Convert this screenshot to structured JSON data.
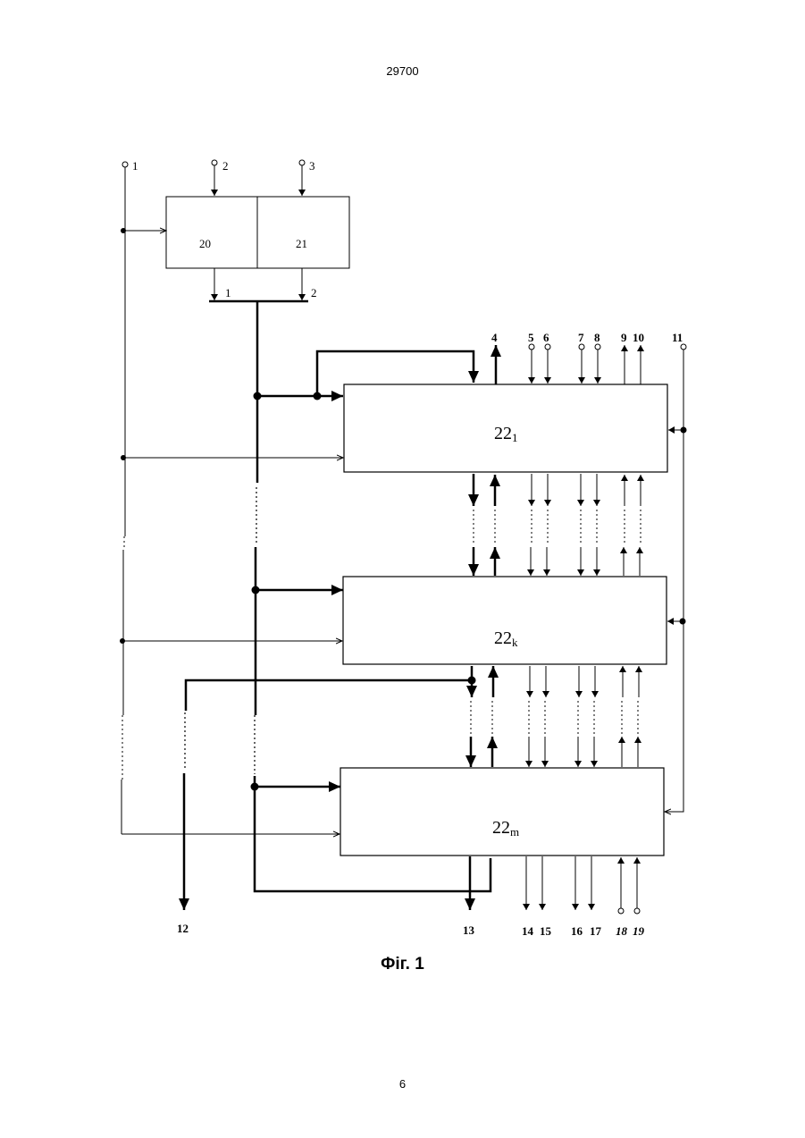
{
  "header": {
    "doc_number": "29700"
  },
  "caption": "Фіг. 1",
  "page_number": "6",
  "blocks": {
    "b20": "20",
    "b21": "21",
    "b22_1": {
      "main": "22",
      "sub": "1"
    },
    "b22_k": {
      "main": "22",
      "sub": "k"
    },
    "b22_m": {
      "main": "22",
      "sub": "m"
    }
  },
  "terminals": {
    "t1": "1",
    "t2": "2",
    "t3": "3",
    "bus1": "1",
    "bus2": "2",
    "t4": "4",
    "t5": "5",
    "t6": "6",
    "t7": "7",
    "t8": "8",
    "t9": "9",
    "t10": "10",
    "t11": "11",
    "t12": "12",
    "t13": "13",
    "t14": "14",
    "t15": "15",
    "t16": "16",
    "t17": "17",
    "t18": "18",
    "t19": "19"
  }
}
